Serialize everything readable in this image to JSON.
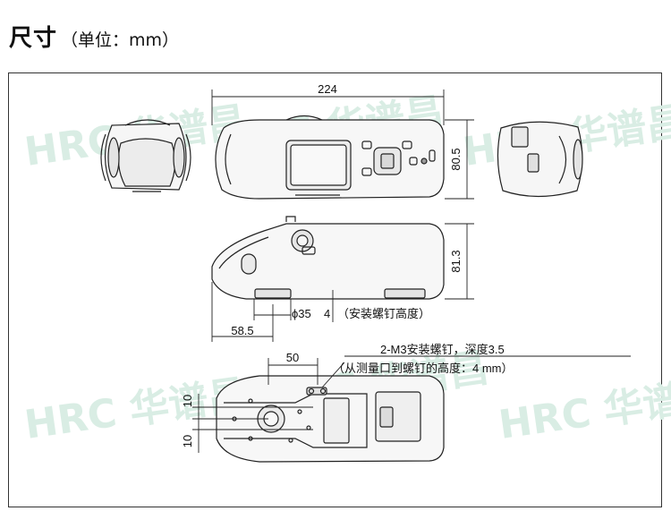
{
  "header": {
    "title": "尺寸",
    "unit": "（单位：mm）"
  },
  "watermark": {
    "text": "HRC 华谱昌",
    "color": "#d9ede4"
  },
  "dimensions": {
    "length": "224",
    "height_top": "80.5",
    "height_side": "81.3",
    "aperture": "ϕ35",
    "mount_offset": "4",
    "mount_offset_note": "（安装螺钉高度）",
    "front_offset": "58.5",
    "hole_spacing_x": "50",
    "hole_spacing_y1": "10",
    "hole_spacing_y2": "10",
    "screw_note_line1": "2-M3安装螺钉，深度3.5",
    "screw_note_line2": "（从测量口到螺钉的高度：4 mm）"
  }
}
